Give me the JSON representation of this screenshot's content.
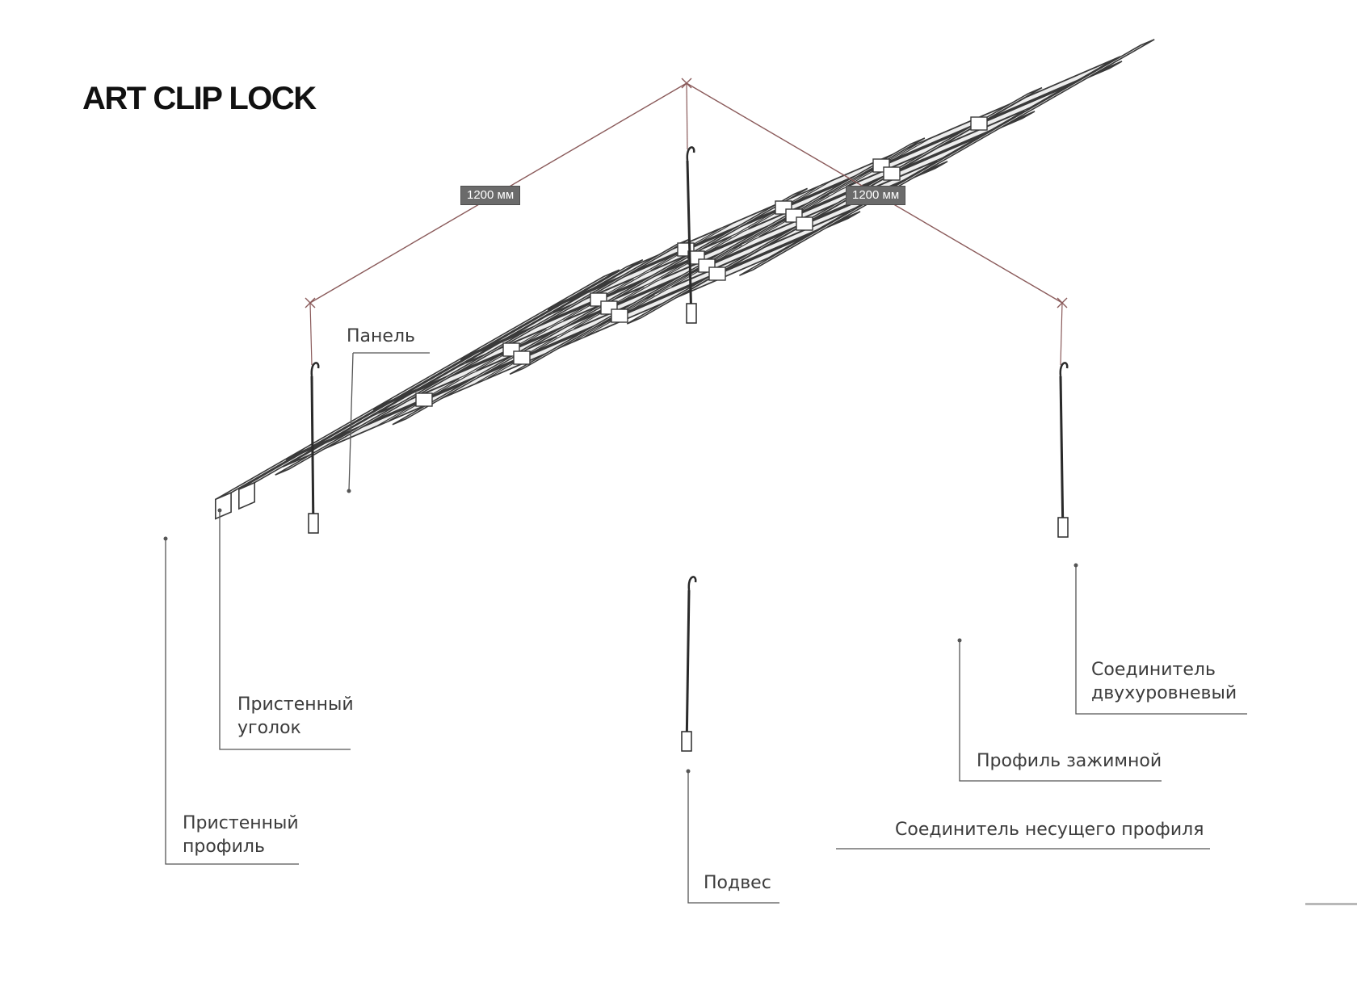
{
  "title": "ART CLIP LOCK",
  "dimensions": {
    "left": "1200 мм",
    "right": "1200 мм"
  },
  "callouts": {
    "panel": "Панель",
    "wall_corner": [
      "Пристенный",
      "уголок"
    ],
    "wall_profile": [
      "Пристенный",
      "профиль"
    ],
    "two_level_connector": [
      "Соединитель",
      "двухуровневый"
    ],
    "clamping_profile": "Профиль зажимной",
    "carrier_connector": "Соединитель несущего профиля",
    "hanger": "Подвес"
  },
  "colors": {
    "line": "#3a3a3a",
    "panel_fill": "#ededed",
    "dimension_line": "#8a5a5a",
    "leader": "#555555"
  }
}
